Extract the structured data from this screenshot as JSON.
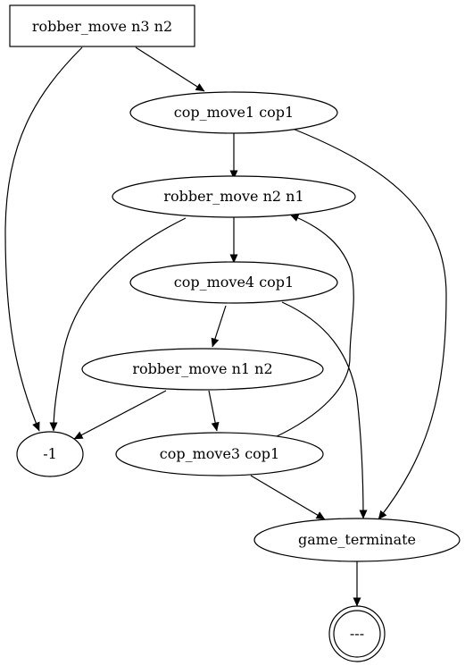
{
  "graph": {
    "nodes": [
      {
        "id": "n0",
        "label": "robber_move n3 n2",
        "shape": "box"
      },
      {
        "id": "n1",
        "label": "cop_move1 cop1",
        "shape": "ellipse"
      },
      {
        "id": "n2",
        "label": "robber_move n2 n1",
        "shape": "ellipse"
      },
      {
        "id": "n3",
        "label": "cop_move4 cop1",
        "shape": "ellipse"
      },
      {
        "id": "n4",
        "label": "robber_move n1 n2",
        "shape": "ellipse"
      },
      {
        "id": "n5",
        "label": "-1",
        "shape": "ellipse"
      },
      {
        "id": "n6",
        "label": "cop_move3 cop1",
        "shape": "ellipse"
      },
      {
        "id": "n7",
        "label": "game_terminate",
        "shape": "ellipse"
      },
      {
        "id": "n8",
        "label": "---",
        "shape": "doublecircle"
      }
    ],
    "edges": [
      {
        "from": "n0",
        "to": "n1"
      },
      {
        "from": "n0",
        "to": "n5"
      },
      {
        "from": "n1",
        "to": "n2"
      },
      {
        "from": "n1",
        "to": "n7"
      },
      {
        "from": "n2",
        "to": "n3"
      },
      {
        "from": "n2",
        "to": "n5"
      },
      {
        "from": "n3",
        "to": "n4"
      },
      {
        "from": "n3",
        "to": "n7"
      },
      {
        "from": "n4",
        "to": "n5"
      },
      {
        "from": "n4",
        "to": "n6"
      },
      {
        "from": "n6",
        "to": "n2"
      },
      {
        "from": "n6",
        "to": "n7"
      },
      {
        "from": "n7",
        "to": "n8"
      }
    ]
  }
}
